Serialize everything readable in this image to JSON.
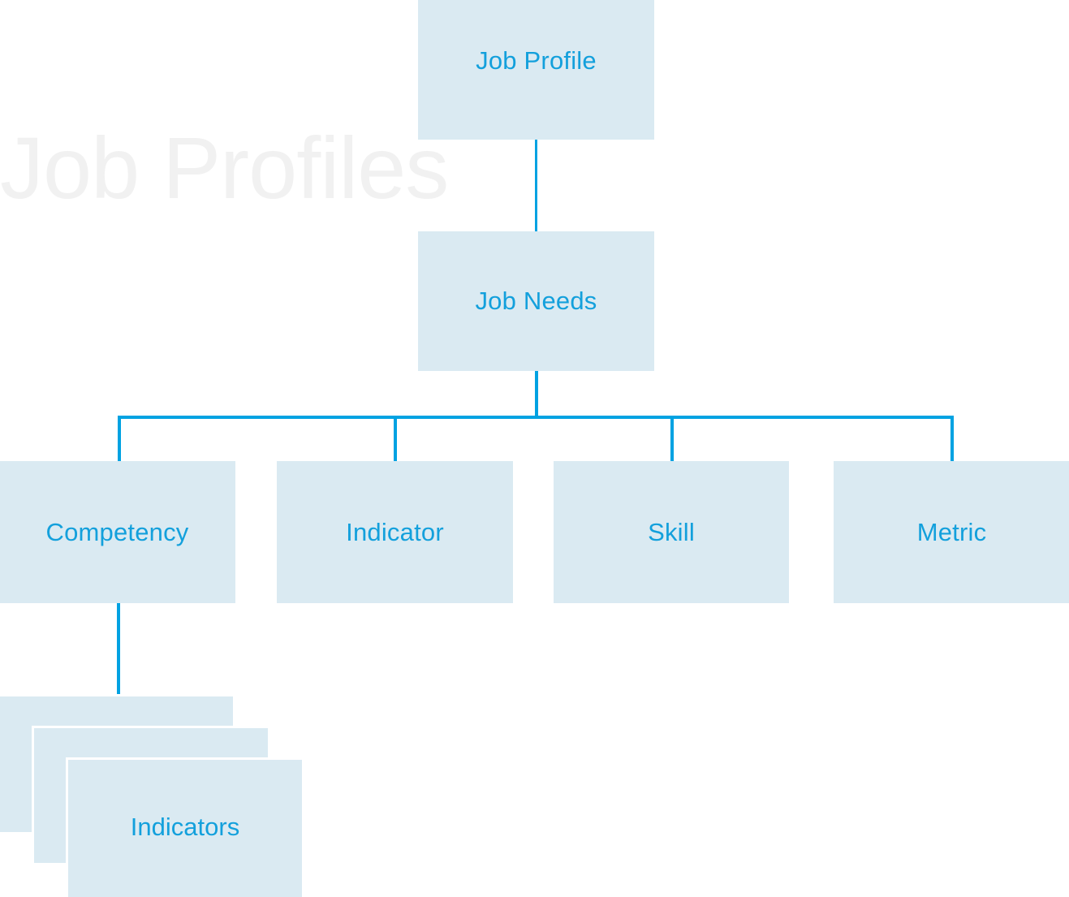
{
  "diagram": {
    "watermark_text": "Job Profiles",
    "colors": {
      "node_fill": "#daeaf2",
      "node_text": "#13a0dc",
      "connector": "#00a2e2",
      "watermark": "#f1f1f1",
      "background": "#ffffff"
    },
    "nodes": {
      "root": {
        "label": "Job Profile"
      },
      "second": {
        "label": "Job Needs"
      },
      "children": [
        {
          "label": "Competency"
        },
        {
          "label": "Indicator"
        },
        {
          "label": "Skill"
        },
        {
          "label": "Metric"
        }
      ],
      "stack": {
        "label": "Indicators",
        "card_count": 3
      }
    }
  }
}
